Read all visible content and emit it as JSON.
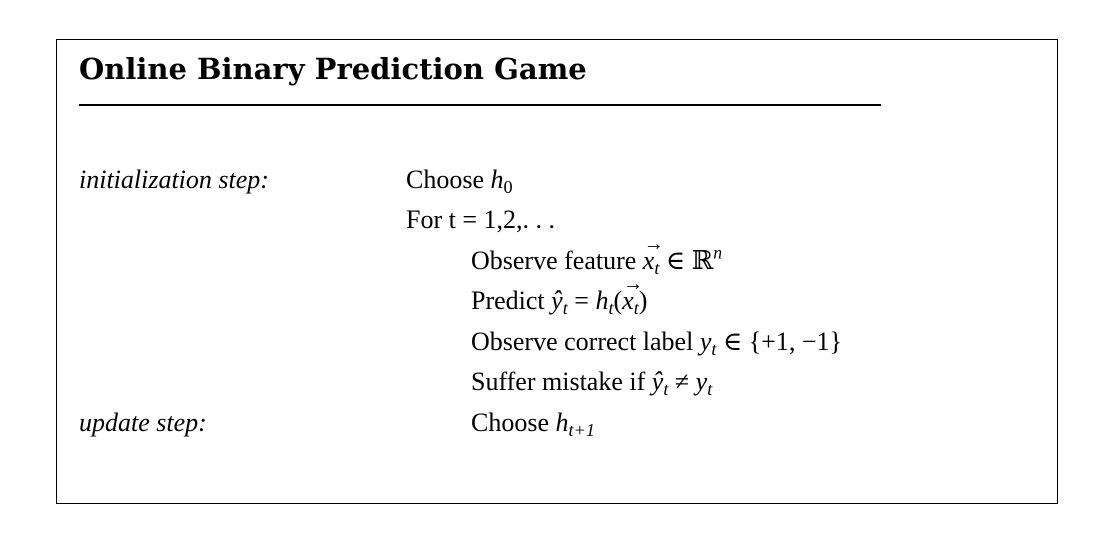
{
  "box": {
    "title": "Online Binary Prediction Game",
    "init_label": "initialization step:",
    "update_label": "update step:",
    "choose_prefix": "Choose",
    "h": "h",
    "sub_0": "0",
    "sub_t": "t",
    "sub_t1": "t+1",
    "for_loop": "For t = 1,2,. . .",
    "observe_feature": "Observe feature",
    "x": "x",
    "in_sym": "∈",
    "reals": "ℝ",
    "n": "n",
    "predict": "Predict",
    "yhat": "ŷ",
    "eq": "=",
    "observe_label": "Observe correct label",
    "y": "y",
    "label_set": "{+1, −1}",
    "suffer": "Suffer mistake if",
    "neq": "≠",
    "arrow": "→"
  }
}
